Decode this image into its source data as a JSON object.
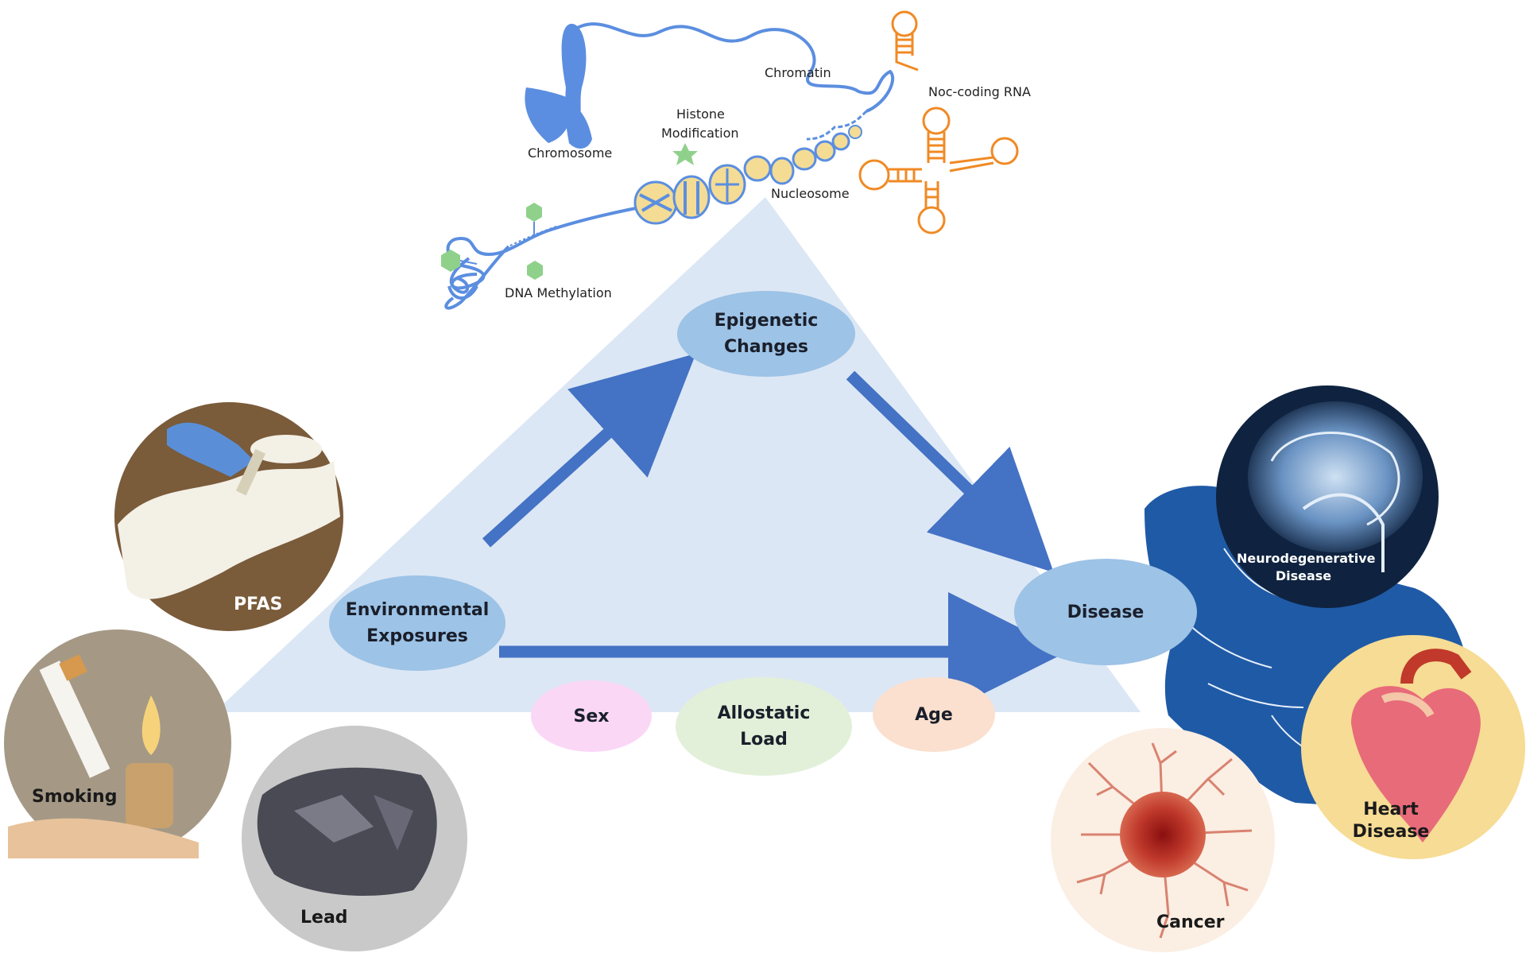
{
  "molecular": {
    "chromosome": "Chromosome",
    "chromatin": "Chromatin",
    "noncoding_rna": "Noc-coding RNA",
    "histone_line1": "Histone",
    "histone_line2": "Modification",
    "nucleosome": "Nucleosome",
    "dna_methylation": "DNA Methylation"
  },
  "nodes": {
    "epigenetic": [
      "Epigenetic",
      "Changes"
    ],
    "environmental": [
      "Environmental",
      "Exposures"
    ],
    "disease": "Disease"
  },
  "modifiers": {
    "sex": "Sex",
    "allostatic": [
      "Allostatic",
      "Load"
    ],
    "age": "Age"
  },
  "exposures": {
    "pfas": "PFAS",
    "smoking": "Smoking",
    "lead": "Lead"
  },
  "outcomes": {
    "neuro": [
      "Neurodegenerative",
      "Disease"
    ],
    "heart": [
      "Heart",
      "Disease"
    ],
    "cancer": "Cancer"
  },
  "colors": {
    "triangle": "#dce7f5",
    "node_fill": "#9dc3e6",
    "arrow": "#4472c4",
    "sex": "#fbd7f6",
    "allostatic": "#e2f0d9",
    "age": "#fbe0cf",
    "dna": "#5b8ee0",
    "rna": "#f08a24",
    "methyl": "#8fd18b",
    "body": "#1f5aa6"
  }
}
